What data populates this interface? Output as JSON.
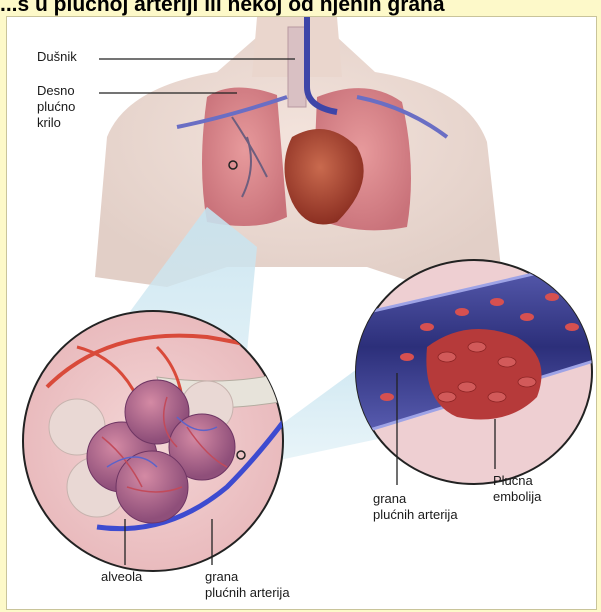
{
  "caption": "...s u plućnoj arteriji ili nekoj od njenih grana",
  "labels": {
    "dusnik": "Dušnik",
    "desno_1": "Desno",
    "desno_2": "plućno",
    "desno_3": "krilo",
    "alveola": "alveola",
    "grana_left_1": "grana",
    "grana_left_2": "plućnih arterija",
    "grana_right_1": "grana",
    "grana_right_2": "plućnih arterija",
    "embolija_1": "Plućna",
    "embolija_2": "embolija"
  }
}
